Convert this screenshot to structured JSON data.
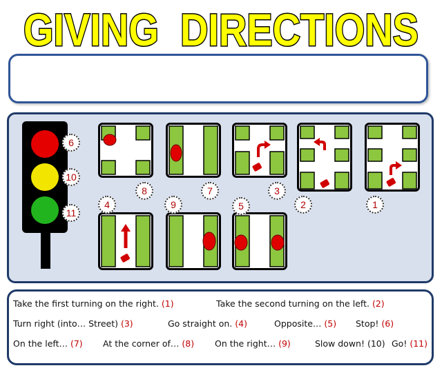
{
  "title": "GIVING  DIRECTIONS",
  "traffic_light": {
    "lamps": [
      {
        "color": "#e50000",
        "number": "6"
      },
      {
        "color": "#f2e600",
        "number": "10"
      },
      {
        "color": "#22b41e",
        "number": "11"
      }
    ]
  },
  "tiles": [
    {
      "id": "corner",
      "number": "8"
    },
    {
      "id": "on-the-left",
      "number": "7"
    },
    {
      "id": "turn-right",
      "number": "3"
    },
    {
      "id": "second-left",
      "number": "2"
    },
    {
      "id": "first-right",
      "number": "1"
    },
    {
      "id": "straight-on",
      "number": "4"
    },
    {
      "id": "on-the-right",
      "number": "9"
    },
    {
      "id": "opposite",
      "number": "5"
    }
  ],
  "answers": [
    {
      "text": "Take the first turning on the right.",
      "num": "(1)"
    },
    {
      "text": "Take the second turning on the left.",
      "num": "(2)"
    },
    {
      "text": "Turn right (into… Street)",
      "num": "(3)"
    },
    {
      "text": "Go straight on.",
      "num": "(4)"
    },
    {
      "text": "Opposite…",
      "num": "(5)"
    },
    {
      "text": "Stop!",
      "num": "(6)"
    },
    {
      "text": "On the left…",
      "num": "(7)"
    },
    {
      "text": "At the corner of…",
      "num": "(8)"
    },
    {
      "text": "On the right…",
      "num": "(9)"
    },
    {
      "text": "Slow down! (10)",
      "num": ""
    },
    {
      "text": "Go!",
      "num": "(11)"
    }
  ],
  "colors": {
    "title_fill": "#ffff00",
    "title_stroke": "#000000",
    "panel_bg": "#d8e0ee",
    "border_blue": "#2f5597",
    "grass": "#8dc63f",
    "marker_red": "#e00000",
    "number_red": "#b00000"
  }
}
